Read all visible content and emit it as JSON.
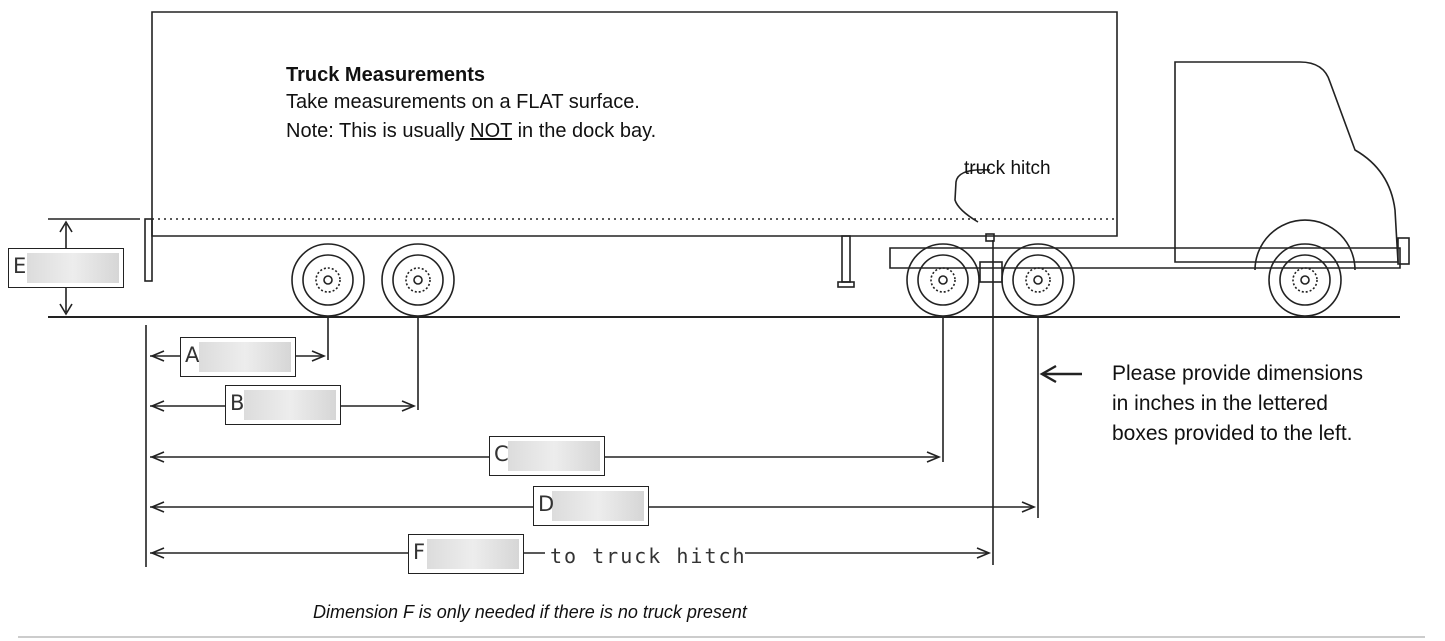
{
  "heading": {
    "title": "Truck Measurements",
    "line1": "Take measurements on a FLAT surface.",
    "line2_prefix": "Note: This is usually ",
    "line2_emph": "NOT",
    "line2_suffix": " in the dock bay."
  },
  "labels": {
    "truck_hitch": "truck hitch",
    "to_truck_hitch": "to truck hitch"
  },
  "instructions": [
    "Please provide dimensions",
    "in inches in the lettered",
    "boxes provided to the left."
  ],
  "footnote": "Dimension F is only needed if there is no truck present",
  "dimension_boxes": [
    {
      "letter": "E"
    },
    {
      "letter": "A"
    },
    {
      "letter": "B"
    },
    {
      "letter": "C"
    },
    {
      "letter": "D"
    },
    {
      "letter": "F"
    }
  ],
  "colors": {
    "line": "#222222",
    "box_fill": "#e0e0e0"
  }
}
